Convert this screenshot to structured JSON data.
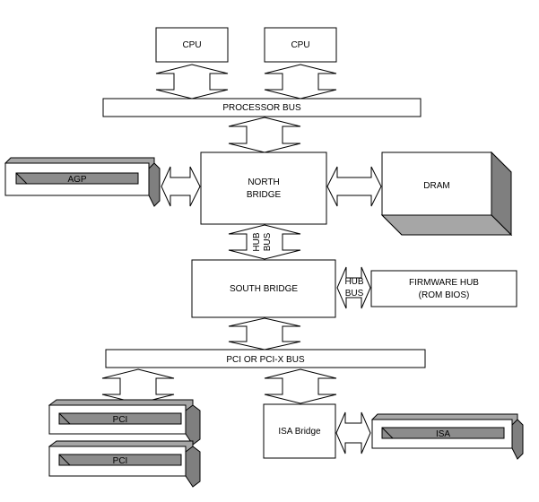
{
  "labels": {
    "cpu1": "CPU",
    "cpu2": "CPU",
    "processor_bus": "PROCESSOR BUS",
    "agp": "AGP",
    "north_bridge_l1": "NORTH",
    "north_bridge_l2": "BRIDGE",
    "dram": "DRAM",
    "hub_bus_v_l1": "HUB",
    "hub_bus_v_l2": "BUS",
    "south_bridge": "SOUTH BRIDGE",
    "hub_bus_h_l1": "HUB",
    "hub_bus_h_l2": "BUS",
    "firmware_hub_l1": "FIRMWARE HUB",
    "firmware_hub_l2": "(ROM BIOS)",
    "pci_bus": "PCI OR PCI-X BUS",
    "pci1": "PCI",
    "pci2": "PCI",
    "isa_bridge": "ISA Bridge",
    "isa": "ISA"
  }
}
